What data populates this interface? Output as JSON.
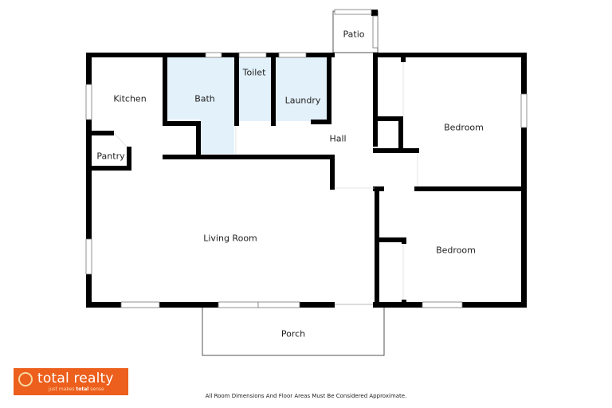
{
  "floorplan": {
    "rooms": [
      {
        "id": "kitchen",
        "label": "Kitchen"
      },
      {
        "id": "bath",
        "label": "Bath"
      },
      {
        "id": "toilet",
        "label": "Toilet"
      },
      {
        "id": "laundry",
        "label": "Laundry"
      },
      {
        "id": "patio",
        "label": "Patio"
      },
      {
        "id": "hall",
        "label": "Hall"
      },
      {
        "id": "bedroom1",
        "label": "Bedroom"
      },
      {
        "id": "pantry",
        "label": "Pantry"
      },
      {
        "id": "living",
        "label": "Living Room"
      },
      {
        "id": "bedroom2",
        "label": "Bedroom"
      },
      {
        "id": "porch",
        "label": "Porch"
      }
    ],
    "colors": {
      "wall": "#000000",
      "wet_area": "#e3f1fb",
      "background": "#ffffff"
    }
  },
  "logo": {
    "name": "total realty",
    "tagline_pre": "just makes ",
    "tagline_bold": "total",
    "tagline_post": " sense",
    "color": "#ec5f1c"
  },
  "disclaimer": "All Room Dimensions And Floor Areas Must Be Considered Approximate."
}
